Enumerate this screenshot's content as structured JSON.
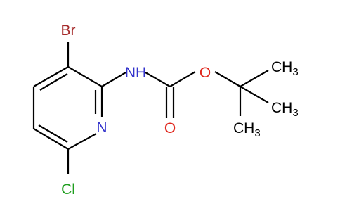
{
  "molecule": {
    "atoms": {
      "br": "Br",
      "nh": "NH",
      "n_ring": "N",
      "cl": "Cl",
      "o_ester": "O",
      "o_carbonyl": "O",
      "me1": "CH",
      "me2": "CH",
      "me3": "CH",
      "sub": "3"
    },
    "colors": {
      "bond": "#000000",
      "carbon": "#000000",
      "nitrogen": "#3333cc",
      "oxygen": "#e0281e",
      "bromine": "#a52a2a",
      "chlorine": "#1f9e1f"
    }
  }
}
